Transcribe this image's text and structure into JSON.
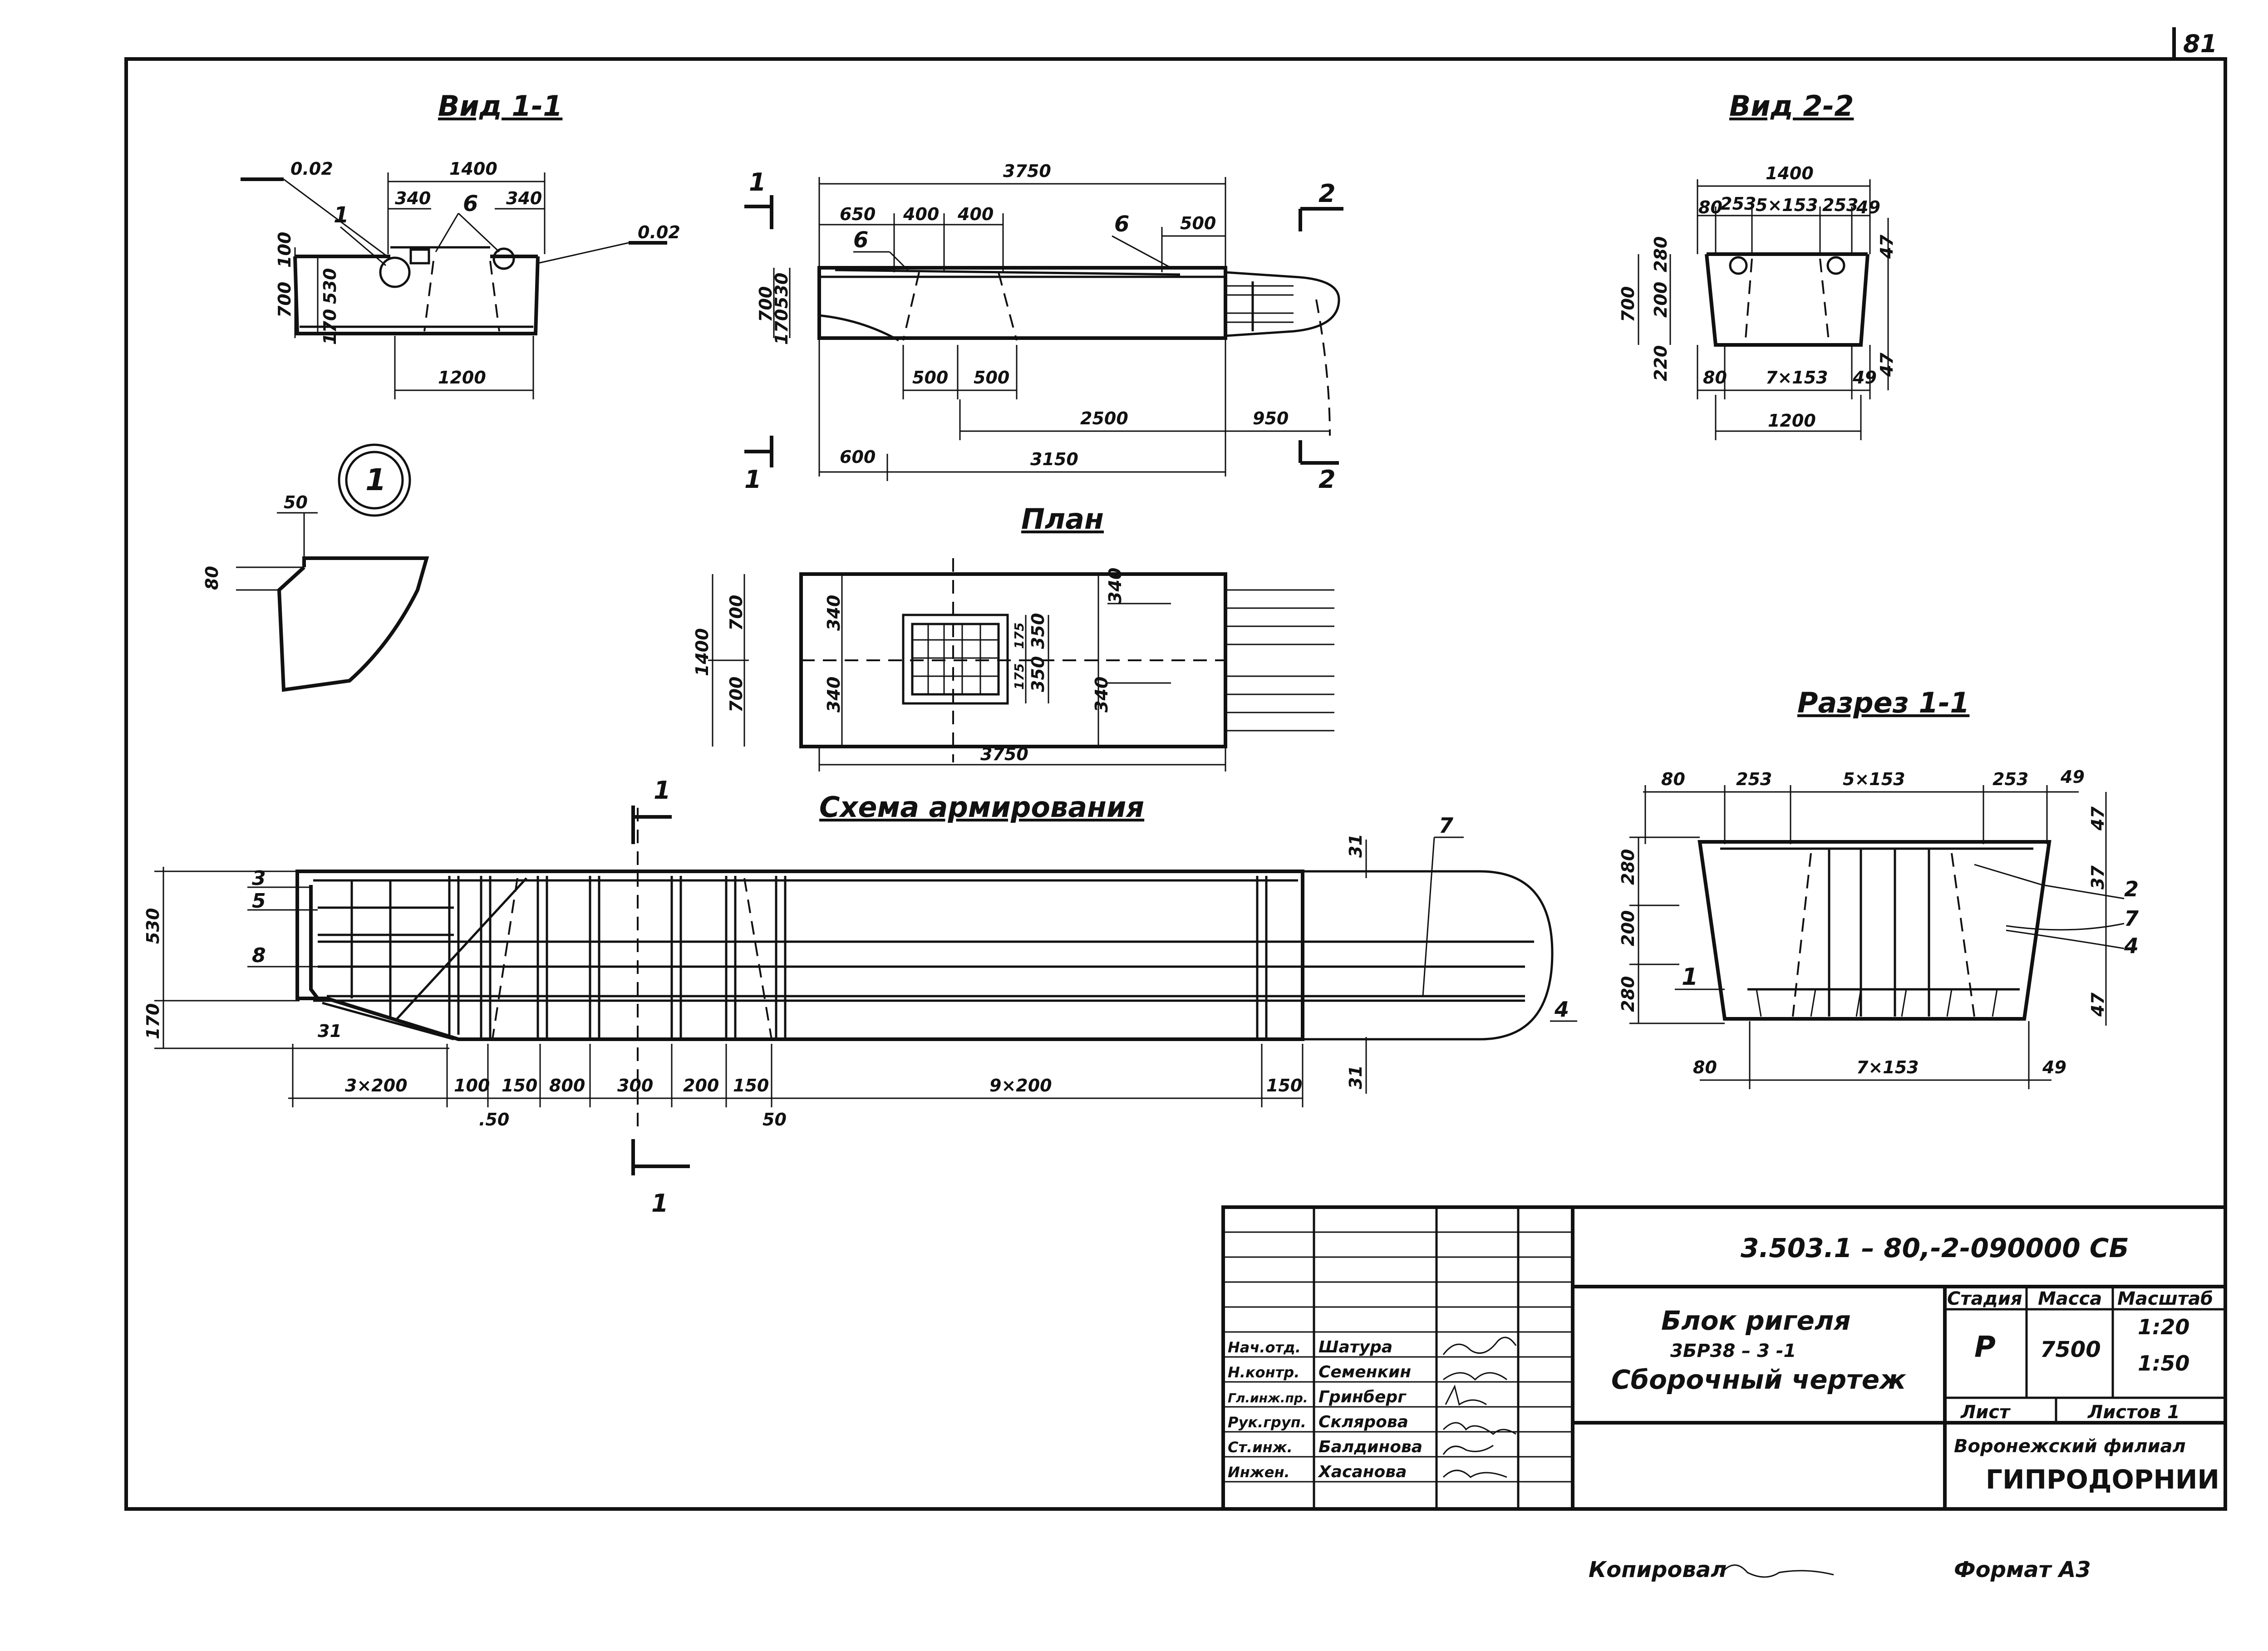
{
  "sheet_number": "81",
  "views": {
    "view_1_1": "Вид 1-1",
    "view_2_2": "Вид 2-2",
    "plan": "План",
    "scheme": "Схема армирования",
    "section_1_1": "Разрез 1-1",
    "detail_1": "1"
  },
  "view1_dims": [
    "1400",
    "340",
    "340",
    "6",
    "1",
    "0.02",
    "0.02",
    "700",
    "530",
    "170",
    "100",
    "1200"
  ],
  "detail_dims": [
    "50",
    "80"
  ],
  "elevation_dims": [
    "3750",
    "650",
    "400",
    "400",
    "6",
    "6",
    "500",
    "700",
    "530",
    "170",
    "500",
    "500",
    "2500",
    "950",
    "600",
    "3150"
  ],
  "cut_marks": [
    "1",
    "1",
    "2",
    "2"
  ],
  "plan_dims": [
    "1400",
    "700",
    "700",
    "340",
    "340",
    "340",
    "340",
    "175",
    "175",
    "350",
    "350",
    "3750"
  ],
  "view2_dims": [
    "1400",
    "80",
    "253",
    "5×153",
    "253",
    "49",
    "700",
    "280",
    "200",
    "220",
    "47",
    "47",
    "80",
    "7×153",
    "49",
    "1200"
  ],
  "scheme_dims": [
    "530",
    "170",
    "3",
    "5",
    "8",
    "31",
    "31",
    "31",
    "7",
    "4",
    "3×200",
    "100",
    "150",
    "800",
    "300",
    "200",
    "150",
    "9×200",
    "150",
    ".50",
    "50"
  ],
  "scheme_cut": [
    "1",
    "1"
  ],
  "section_dims": [
    "80",
    "253",
    "5×153",
    "253",
    "49",
    "280",
    "200",
    "280",
    "47",
    "37",
    "47",
    "2",
    "7",
    "4",
    "1",
    "80",
    "7×153",
    "49"
  ],
  "title_block": {
    "doc_code": "3.503.1 – 80,-2-090000 СБ",
    "name_line1": "Блок ригеля",
    "name_line2": "3БР38 – 3 -1",
    "name_line3": "Сборочный чертеж",
    "col_stage": "Стадия",
    "col_mass": "Масса",
    "col_scale": "Масштаб",
    "stage": "Р",
    "mass": "7500",
    "scale1": "1:20",
    "scale2": "1:50",
    "sheet": "Лист",
    "sheets": "Листов 1",
    "org_line1": "Воронежский филиал",
    "org_line2": "ГИПРОДОРНИИ",
    "roles": [
      "Нач.отд.",
      "Н.контр.",
      "Гл.инж.пр.",
      "Рук.груп.",
      "Ст.инж.",
      "Инжен."
    ],
    "names": [
      "Шатура",
      "Семенкин",
      "Гринберг",
      "Склярова",
      "Балдинова",
      "Хасанова"
    ]
  },
  "footer": {
    "copied": "Копировал",
    "format": "Формат А3"
  }
}
